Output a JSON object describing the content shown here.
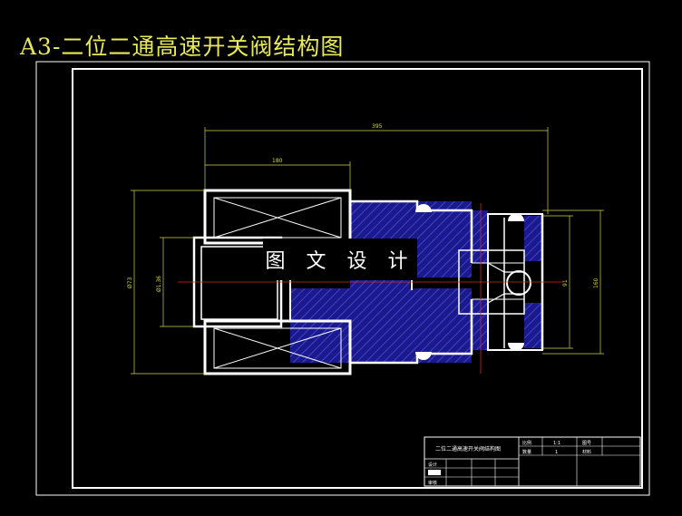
{
  "title": "A3-二位二通高速开关阀结构图",
  "watermark": "图 文 设 计",
  "dimensions": {
    "overall_length": "395",
    "coil_length": "180",
    "left_height": "Ø73",
    "inner_diameter": "Ø1.36",
    "right_inner": "91",
    "right_outer": "160"
  },
  "title_block": {
    "drawing_name": "二位二通高速开关阀结构图",
    "scale_label": "比例",
    "scale_value": "1:1",
    "drawing_no_label": "图号",
    "quantity_label": "数量",
    "quantity_value": "1",
    "material_label": "材料",
    "designer_label": "设计",
    "reviewer_label": "审核"
  },
  "colors": {
    "background": "#000000",
    "title": "#e8e85a",
    "lines": "#ffffff",
    "dimensions": "#d6d64a",
    "hatch": "#3b3bd0",
    "centerline": "#e02020"
  }
}
